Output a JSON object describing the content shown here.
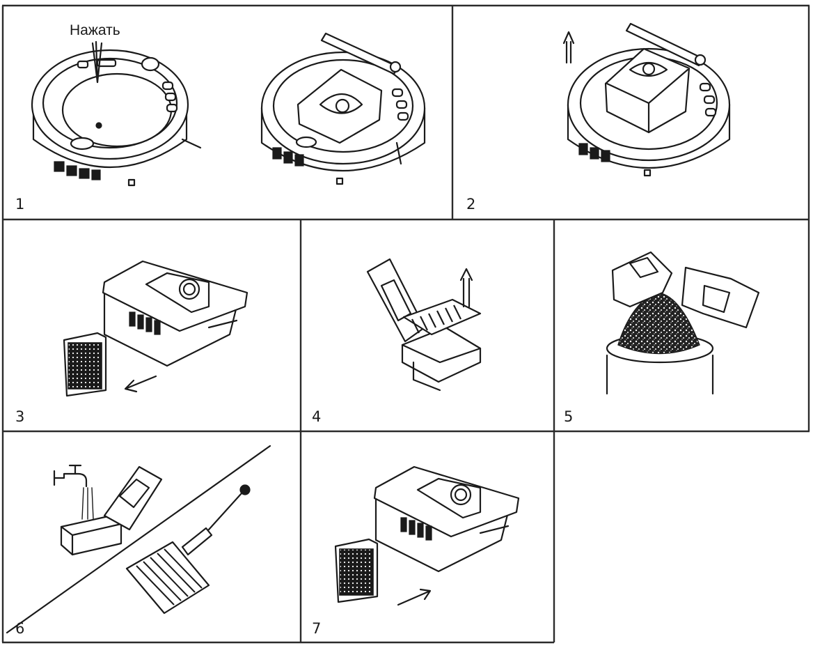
{
  "panels": [
    {
      "id": "1",
      "label": "1"
    },
    {
      "id": "2",
      "label": "2"
    },
    {
      "id": "3",
      "label": "3"
    },
    {
      "id": "4",
      "label": "4"
    },
    {
      "id": "5",
      "label": "5"
    },
    {
      "id": "6",
      "label": "6"
    },
    {
      "id": "7",
      "label": "7"
    }
  ],
  "annotations": {
    "press": "Нажать"
  }
}
